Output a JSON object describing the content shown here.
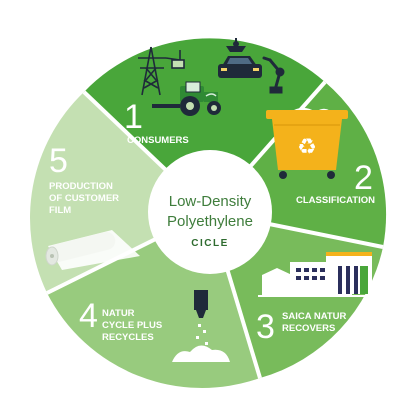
{
  "center": {
    "title_line1": "Low-Density",
    "title_line2": "Polyethylene",
    "subtitle": "CICLE"
  },
  "segments": [
    {
      "number": "1",
      "label_lines": [
        "CONSUMERS"
      ],
      "color": "#49a63a"
    },
    {
      "number": "2",
      "label_lines": [
        "CLASSIFICATION"
      ],
      "color": "#5fb046"
    },
    {
      "number": "3",
      "label_lines": [
        "SAICA NATUR",
        "RECOVERS"
      ],
      "color": "#78bb5b"
    },
    {
      "number": "4",
      "label_lines": [
        "NATUR",
        "CYCLE PLUS",
        "RECYCLES"
      ],
      "color": "#98cb7e"
    },
    {
      "number": "5",
      "label_lines": [
        "PRODUCTION",
        "OF CUSTOMER",
        "FILM"
      ],
      "color": "#c4e0b2"
    }
  ],
  "icons": {
    "consumers": [
      "power-pylon-icon",
      "car-icon",
      "tractor-icon",
      "robot-arm-icon"
    ],
    "classification": "recycling-container-icon",
    "recovery": "factory-icon",
    "recycling": "pellet-extruder-icon",
    "production": "film-roll-icon"
  },
  "colors": {
    "accent_dark": "#2e6b2f",
    "bin_yellow": "#f4b21b",
    "background": "#ffffff"
  }
}
